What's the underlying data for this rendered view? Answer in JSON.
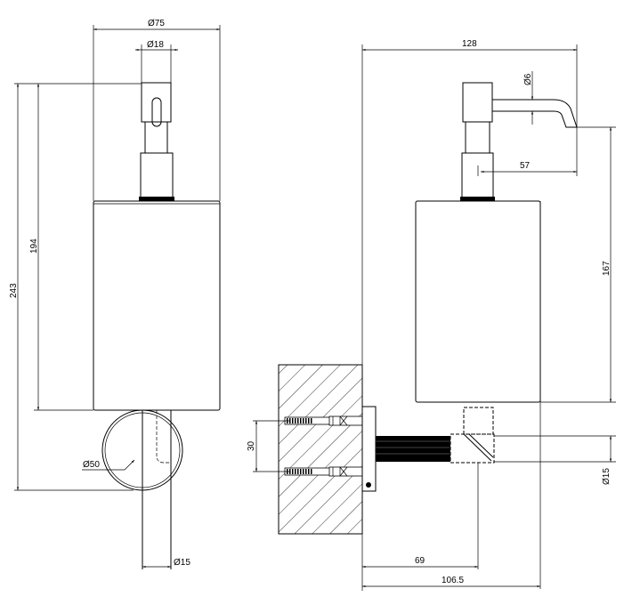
{
  "drawing": {
    "title": "Wall-mounted soap dispenser dimensional drawing",
    "front_view": {
      "dims": {
        "body_diameter": "Ø75",
        "pump_diameter": "Ø18",
        "height_194": "194",
        "height_243": "243",
        "plate_diameter": "Ø50",
        "bar_diameter": "Ø15"
      }
    },
    "side_view": {
      "dims": {
        "total_depth": "128",
        "spout_diameter": "Ø6",
        "spout_reach": "57",
        "spout_height": "167",
        "screw_spacing": "30",
        "bar_diameter": "Ø15",
        "axis_distance": "69",
        "body_projection": "106.5"
      }
    },
    "colors": {
      "line": "#000000",
      "background": "#ffffff"
    }
  }
}
